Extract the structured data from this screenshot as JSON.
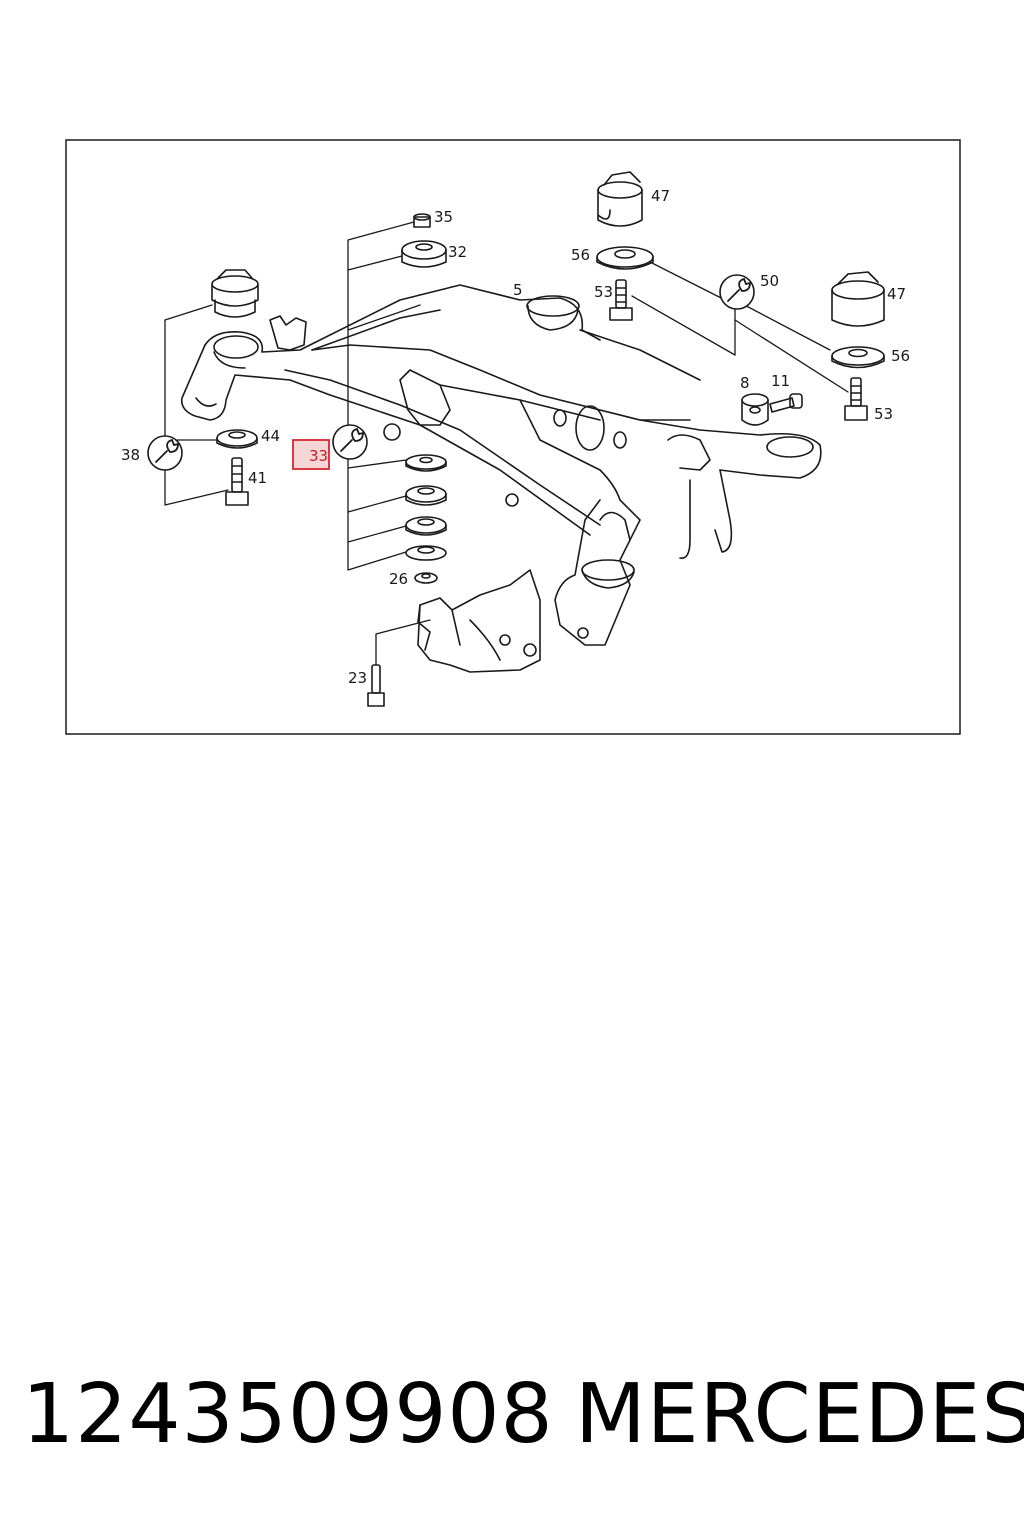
{
  "diagram": {
    "labels": {
      "p5": "5",
      "p8": "8",
      "p11": "11",
      "p23": "23",
      "p26": "26",
      "p32": "32",
      "p33": "33",
      "p35": "35",
      "p38": "38",
      "p41": "41",
      "p44": "44",
      "p47a": "47",
      "p47b": "47",
      "p50": "50",
      "p53a": "53",
      "p53b": "53",
      "p56a": "56",
      "p56b": "56"
    },
    "highlighted_part": "33",
    "colors": {
      "line": "#1a1a1a",
      "highlight": "#d6262e",
      "highlight_fill": "#f7d6d8"
    },
    "icons": [
      "wrench-icon"
    ]
  },
  "footer": {
    "part_number": "1243509908",
    "brand": "MERCEDES"
  }
}
